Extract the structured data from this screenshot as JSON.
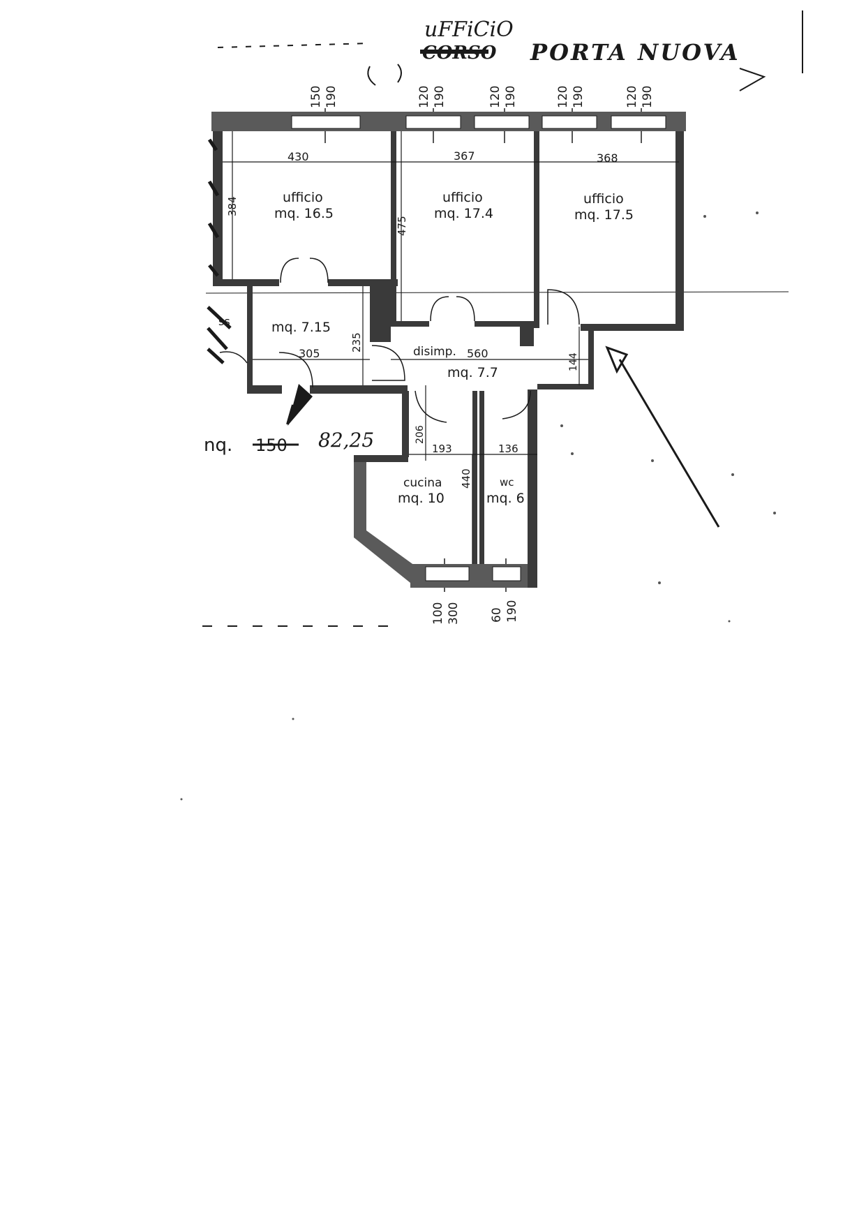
{
  "heading": {
    "line1": "uFFiCiO",
    "line2_crossed": "CORSO",
    "line2": "PORTA NUOVA"
  },
  "window_specs": [
    {
      "width": "150",
      "height": "190"
    },
    {
      "width": "120",
      "height": "190"
    },
    {
      "width": "120",
      "height": "190"
    },
    {
      "width": "120",
      "height": "190"
    },
    {
      "width": "120",
      "height": "190"
    },
    {
      "width": "100",
      "height": "300"
    },
    {
      "width": "60",
      "height": "190"
    }
  ],
  "rooms": {
    "office1": {
      "name": "ufficio",
      "area": "mq.  16.5",
      "width": "430",
      "depth": "384"
    },
    "office2": {
      "name": "ufficio",
      "area": "mq.  17.4",
      "width": "367",
      "depth": "475"
    },
    "office3": {
      "name": "ufficio",
      "area": "mq.  17.5",
      "width": "368"
    },
    "entry": {
      "area": "mq.  7.15",
      "width": "305",
      "depth": "235",
      "side_label": "ss"
    },
    "hall": {
      "name": "disimp.",
      "area": "mq.  7.7",
      "width": "560",
      "depth": "144",
      "extra": "206"
    },
    "kitchen": {
      "name": "cucina",
      "area": "mq.  10",
      "width": "193",
      "depth": "440"
    },
    "wc": {
      "name": "wc",
      "area": "mq.  6",
      "width": "136"
    }
  },
  "total": {
    "prefix": "nq.",
    "crossed": "150",
    "value": "82,25"
  },
  "colors": {
    "wall": "#3a3a3a",
    "ink": "#1a1a1a",
    "paper": "#ffffff"
  }
}
